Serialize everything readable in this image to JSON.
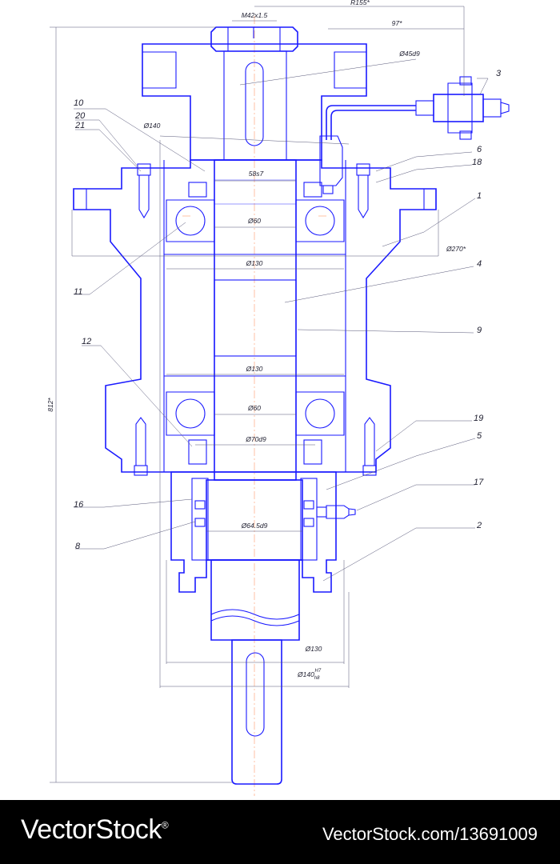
{
  "dimensions": {
    "thread": "M42x1.5",
    "radius": "R155*",
    "offset": "97*",
    "shaft_top": "Ø45d9",
    "bore_top": "Ø140",
    "fit": "58s7",
    "bearing_upper": "Ø60",
    "housing_upper": "Ø130",
    "flange": "Ø270*",
    "housing_lower": "Ø130",
    "bearing_lower": "Ø60",
    "seal": "Ø70d9",
    "sleeve": "Ø64.5d9",
    "base_inner": "Ø130",
    "base_outer_main": "Ø140",
    "base_outer_sup": "H7",
    "base_outer_sub": "h8",
    "height": "812*"
  },
  "callouts": [
    "1",
    "2",
    "3",
    "4",
    "5",
    "6",
    "8",
    "9",
    "10",
    "11",
    "12",
    "16",
    "17",
    "18",
    "19",
    "20",
    "21"
  ],
  "footer": {
    "brand": "VectorStock",
    "registered": "®",
    "url": "VectorStock.com/13691009"
  },
  "colors": {
    "line": "#1a1aff",
    "centerline": "#ff9a6a",
    "footer_bg": "#000000",
    "footer_text": "#ffffff"
  }
}
